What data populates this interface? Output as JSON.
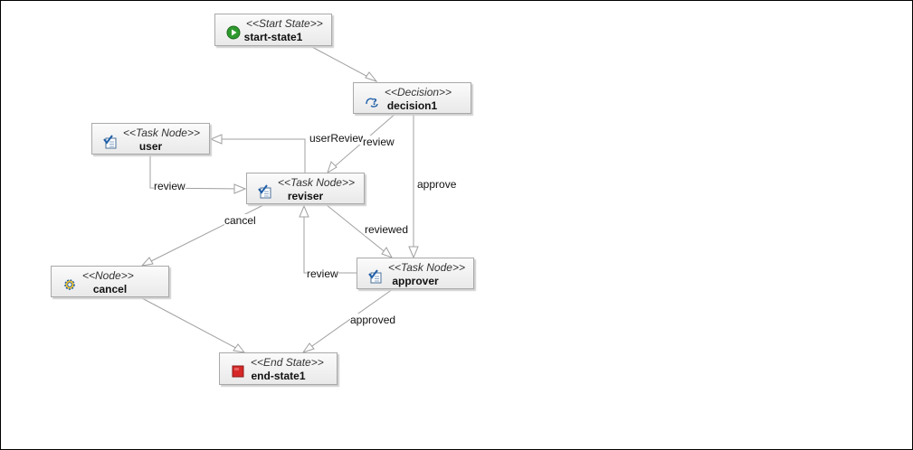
{
  "nodes": {
    "start": {
      "stereotype": "<<Start State>>",
      "name": "start-state1"
    },
    "decision": {
      "stereotype": "<<Decision>>",
      "name": "decision1"
    },
    "user": {
      "stereotype": "<<Task Node>>",
      "name": "user"
    },
    "reviser": {
      "stereotype": "<<Task Node>>",
      "name": "reviser"
    },
    "approver": {
      "stereotype": "<<Task Node>>",
      "name": "approver"
    },
    "cancel": {
      "stereotype": "<<Node>>",
      "name": "cancel"
    },
    "end": {
      "stereotype": "<<End State>>",
      "name": "end-state1"
    }
  },
  "edges": {
    "user_review": "userReview",
    "decision_review": "review",
    "approve": "approve",
    "user_to_reviser": "review",
    "cancel": "cancel",
    "reviewed": "reviewed",
    "approver_review": "review",
    "approved": "approved"
  },
  "icons": {
    "start": "start-state-icon",
    "decision": "decision-icon",
    "task": "task-node-icon",
    "node": "gear-icon",
    "end": "end-state-icon"
  },
  "colors": {
    "start_icon": "#2e9a2e",
    "end_icon": "#d62828",
    "decision_icon": "#1f5fa8",
    "task_icon": "#1f5fa8",
    "edge": "#a0a0a0"
  }
}
